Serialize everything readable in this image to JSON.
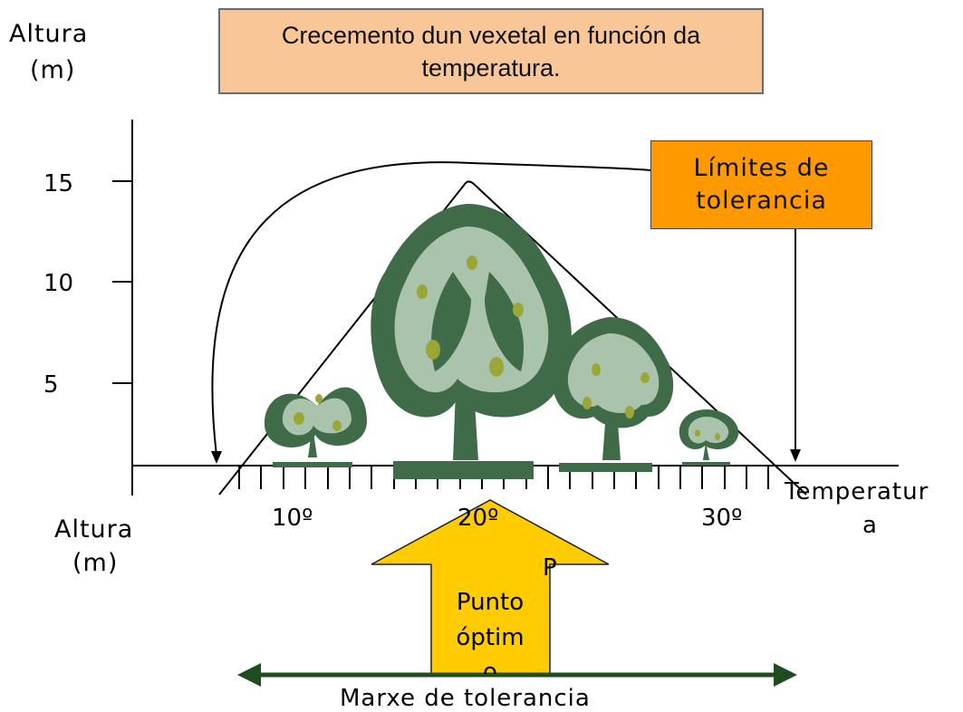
{
  "title": {
    "line1": "Crecemento dun vexetal en función da",
    "line2": "temperatura."
  },
  "y_axis": {
    "label_line1": "Altura",
    "label_line2": "(m)",
    "ticks": [
      "15",
      "10",
      "5"
    ]
  },
  "x_axis": {
    "label_line1": "Temperatur",
    "label_line2": "a",
    "ticks": [
      "10º",
      "20º",
      "30º"
    ]
  },
  "lower_label": {
    "line1": "Altura",
    "line2": "(m)"
  },
  "tolerance_box": {
    "line1": "Límites de",
    "line2": "tolerancia"
  },
  "optimum_arrow": {
    "letter": "P",
    "line1": "Punto",
    "line2": "óptim",
    "line3": "o"
  },
  "margin_label": "Marxe de tolerancia",
  "colors": {
    "title_fill": "#f9c797",
    "tolerance_fill": "#ff9900",
    "arrow_fill": "#ffcc00",
    "tree_dark": "#3f6b48",
    "tree_light": "#a9c3ad",
    "fruit": "#9aa636",
    "margin_arrow": "#1f4d1f"
  }
}
